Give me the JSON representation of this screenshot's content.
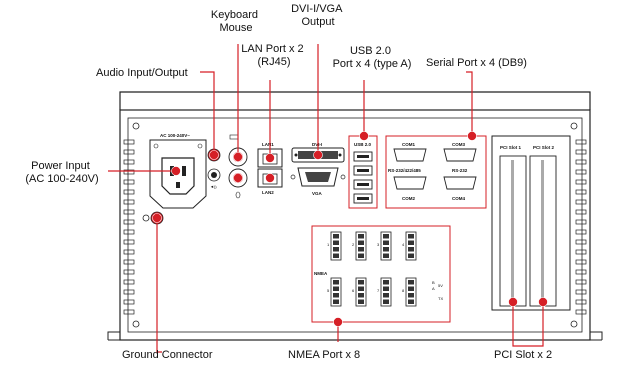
{
  "callouts": {
    "keyboard_mouse": [
      "Keyboard",
      "Mouse"
    ],
    "dvi_vga": [
      "DVI-I/VGA",
      "Output"
    ],
    "lan": [
      "LAN Port x 2",
      "(RJ45)"
    ],
    "usb": [
      "USB 2.0",
      "Port x 4 (type A)"
    ],
    "serial": "Serial Port  x 4 (DB9)",
    "audio": "Audio Input/Output",
    "power": [
      "Power Input",
      "(AC 100-240V)"
    ],
    "ground": "Ground Connector",
    "nmea": "NMEA Port x 8",
    "pci": "PCI Slot x 2"
  },
  "panel_labels": {
    "ac": "AC 100-240V~",
    "lan1": "LAN1",
    "lan2": "LAN2",
    "dvi": "DVI-I",
    "vga": "VGA",
    "usb": "USB 2.0",
    "com1": "COM1",
    "com3": "COM3",
    "com2": "COM2",
    "com4": "COM4",
    "rs1": "RS-232/422/485",
    "rs2": "RS-232",
    "nmea": "NMEA",
    "nmea_nums": [
      "1",
      "2",
      "3",
      "4",
      "5",
      "6",
      "7",
      "8"
    ],
    "pin_b": "B",
    "pin_a": "A",
    "pin_5v": "5V",
    "pin_tx": "TX",
    "pci1": "PCI Slot 1",
    "pci2": "PCI Slot 2"
  },
  "colors": {
    "accent": "#d61f26",
    "panel_stroke": "#222222"
  }
}
